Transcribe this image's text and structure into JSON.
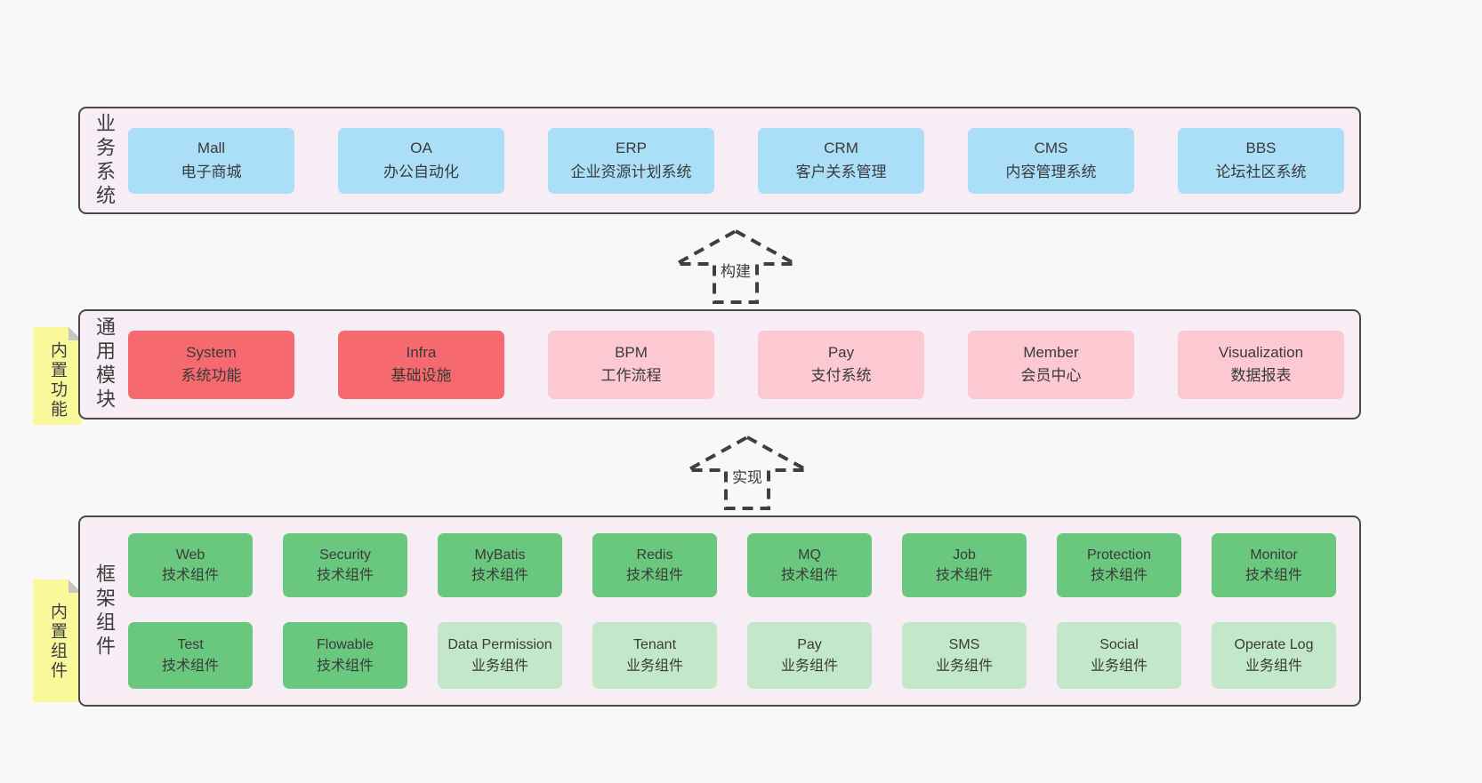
{
  "colors": {
    "page_bg": "#f8f8f8",
    "panel_bg": "#f7edf5",
    "panel_border": "#4a4a4a",
    "blue": "#abdef7",
    "red": "#f5696f",
    "pink": "#fcc9d2",
    "green": "#69c87d",
    "lightgreen": "#c3e7c9",
    "yellow": "#f9f99c",
    "arrow_stroke": "#3f3f3f"
  },
  "arrows": [
    {
      "label": "构建"
    },
    {
      "label": "实现"
    }
  ],
  "layers": {
    "business": {
      "label": "业务系统",
      "boxes": [
        {
          "name": "Mall",
          "desc": "电子商城",
          "variant": "blue"
        },
        {
          "name": "OA",
          "desc": "办公自动化",
          "variant": "blue"
        },
        {
          "name": "ERP",
          "desc": "企业资源计划系统",
          "variant": "blue"
        },
        {
          "name": "CRM",
          "desc": "客户关系管理",
          "variant": "blue"
        },
        {
          "name": "CMS",
          "desc": "内容管理系统",
          "variant": "blue"
        },
        {
          "name": "BBS",
          "desc": "论坛社区系统",
          "variant": "blue"
        }
      ]
    },
    "modules": {
      "label": "通用模块",
      "note": "内置功能",
      "boxes": [
        {
          "name": "System",
          "desc": "系统功能",
          "variant": "red"
        },
        {
          "name": "Infra",
          "desc": "基础设施",
          "variant": "red"
        },
        {
          "name": "BPM",
          "desc": "工作流程",
          "variant": "pink"
        },
        {
          "name": "Pay",
          "desc": "支付系统",
          "variant": "pink"
        },
        {
          "name": "Member",
          "desc": "会员中心",
          "variant": "pink"
        },
        {
          "name": "Visualization",
          "desc": "数据报表",
          "variant": "pink"
        }
      ]
    },
    "framework": {
      "label": "框架组件",
      "note": "内置组件",
      "row1": [
        {
          "name": "Web",
          "desc": "技术组件",
          "variant": "green"
        },
        {
          "name": "Security",
          "desc": "技术组件",
          "variant": "green"
        },
        {
          "name": "MyBatis",
          "desc": "技术组件",
          "variant": "green"
        },
        {
          "name": "Redis",
          "desc": "技术组件",
          "variant": "green"
        },
        {
          "name": "MQ",
          "desc": "技术组件",
          "variant": "green"
        },
        {
          "name": "Job",
          "desc": "技术组件",
          "variant": "green"
        },
        {
          "name": "Protection",
          "desc": "技术组件",
          "variant": "green"
        },
        {
          "name": "Monitor",
          "desc": "技术组件",
          "variant": "green"
        }
      ],
      "row2": [
        {
          "name": "Test",
          "desc": "技术组件",
          "variant": "green"
        },
        {
          "name": "Flowable",
          "desc": "技术组件",
          "variant": "green"
        },
        {
          "name": "Data Permission",
          "desc": "业务组件",
          "variant": "lightgreen"
        },
        {
          "name": "Tenant",
          "desc": "业务组件",
          "variant": "lightgreen"
        },
        {
          "name": "Pay",
          "desc": "业务组件",
          "variant": "lightgreen"
        },
        {
          "name": "SMS",
          "desc": "业务组件",
          "variant": "lightgreen"
        },
        {
          "name": "Social",
          "desc": "业务组件",
          "variant": "lightgreen"
        },
        {
          "name": "Operate Log",
          "desc": "业务组件",
          "variant": "lightgreen"
        }
      ]
    }
  }
}
